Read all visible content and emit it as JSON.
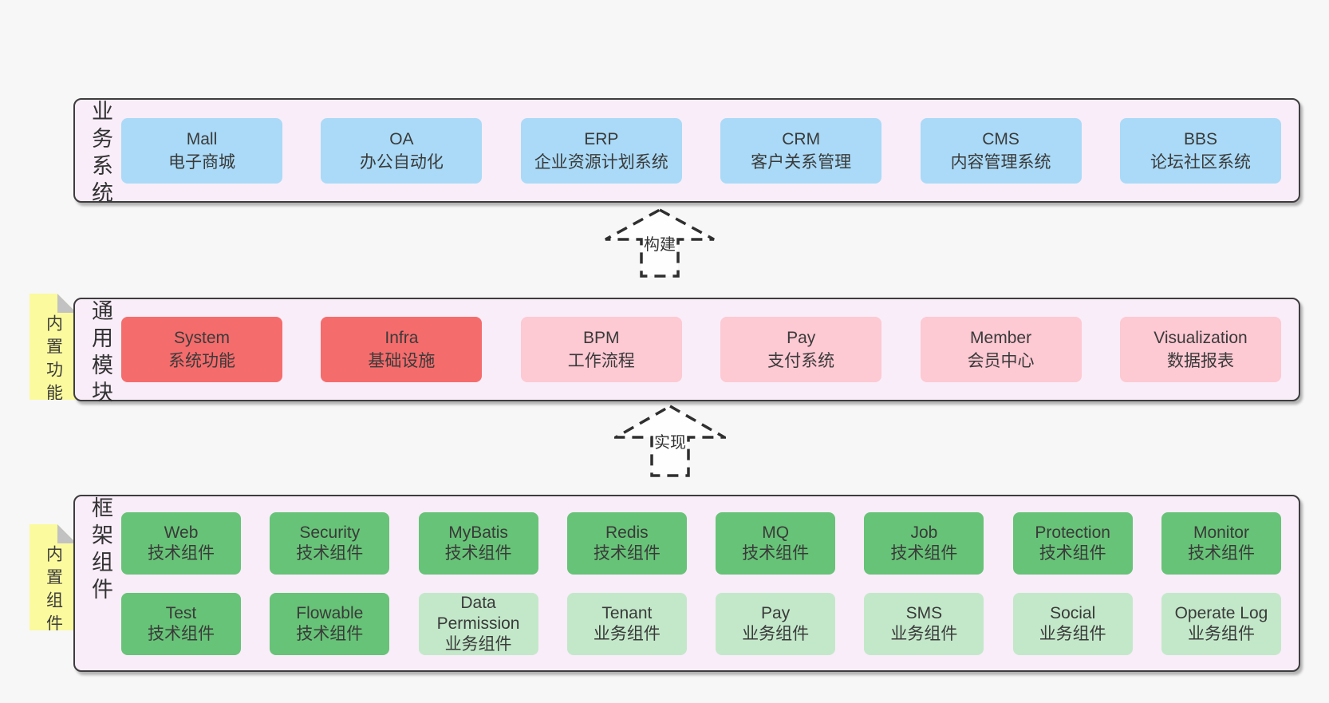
{
  "colors": {
    "canvas_bg": "#f7f7f7",
    "panel_bg": "#f8edf8",
    "panel_border": "#3d3d3d",
    "blue": "#aadaf7",
    "red": "#f56c6c",
    "pink": "#fdc9d3",
    "green_dark": "#67c377",
    "green_light": "#c3e8c9",
    "note_yellow": "#fbfa9e",
    "note_fold": "#c2c2c2",
    "text": "#3a3a3a"
  },
  "business": {
    "side_label": "业务系统",
    "boxes": [
      {
        "title": "Mall",
        "subtitle": "电子商城"
      },
      {
        "title": "OA",
        "subtitle": "办公自动化"
      },
      {
        "title": "ERP",
        "subtitle": "企业资源计划系统"
      },
      {
        "title": "CRM",
        "subtitle": "客户关系管理"
      },
      {
        "title": "CMS",
        "subtitle": "内容管理系统"
      },
      {
        "title": "BBS",
        "subtitle": "论坛社区系统"
      }
    ]
  },
  "modules": {
    "side_label": "通用模块",
    "note": "内置功能",
    "boxes": [
      {
        "title": "System",
        "subtitle": "系统功能"
      },
      {
        "title": "Infra",
        "subtitle": "基础设施"
      },
      {
        "title": "BPM",
        "subtitle": "工作流程"
      },
      {
        "title": "Pay",
        "subtitle": "支付系统"
      },
      {
        "title": "Member",
        "subtitle": "会员中心"
      },
      {
        "title": "Visualization",
        "subtitle": "数据报表"
      }
    ]
  },
  "framework": {
    "side_label": "框架组件",
    "note": "内置组件",
    "row1": [
      {
        "title": "Web",
        "subtitle": "技术组件"
      },
      {
        "title": "Security",
        "subtitle": "技术组件"
      },
      {
        "title": "MyBatis",
        "subtitle": "技术组件"
      },
      {
        "title": "Redis",
        "subtitle": "技术组件"
      },
      {
        "title": "MQ",
        "subtitle": "技术组件"
      },
      {
        "title": "Job",
        "subtitle": "技术组件"
      },
      {
        "title": "Protection",
        "subtitle": "技术组件"
      },
      {
        "title": "Monitor",
        "subtitle": "技术组件"
      }
    ],
    "row2": [
      {
        "title": "Test",
        "subtitle": "技术组件"
      },
      {
        "title": "Flowable",
        "subtitle": "技术组件"
      },
      {
        "title": "Data Permission",
        "subtitle": "业务组件"
      },
      {
        "title": "Tenant",
        "subtitle": "业务组件"
      },
      {
        "title": "Pay",
        "subtitle": "业务组件"
      },
      {
        "title": "SMS",
        "subtitle": "业务组件"
      },
      {
        "title": "Social",
        "subtitle": "业务组件"
      },
      {
        "title": "Operate Log",
        "subtitle": "业务组件"
      }
    ]
  },
  "arrows": {
    "build": "构建",
    "implement": "实现"
  }
}
